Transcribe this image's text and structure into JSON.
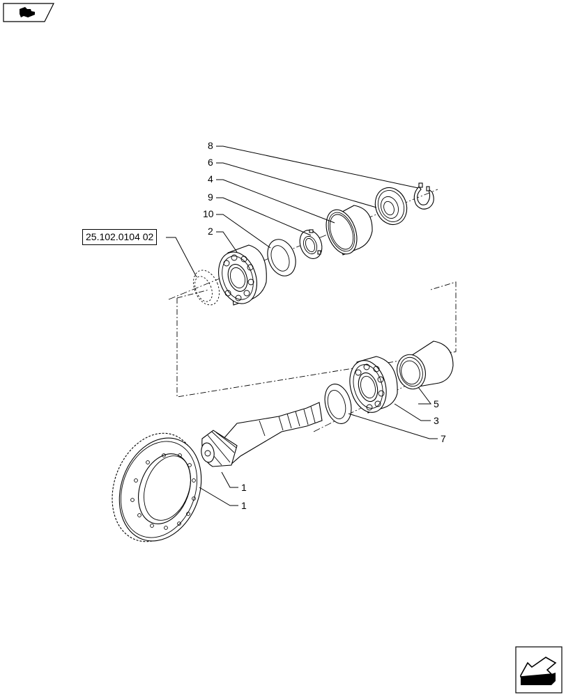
{
  "navigation": {
    "previous_icon": "arrow-back-icon",
    "next_icon": "arrow-forward-icon"
  },
  "reference": {
    "label": "25.102.0104 02"
  },
  "callouts": [
    {
      "id": "8",
      "label": "8",
      "part": "snap-ring"
    },
    {
      "id": "6",
      "label": "6",
      "part": "seal"
    },
    {
      "id": "4",
      "label": "4",
      "part": "bearing-cup"
    },
    {
      "id": "9",
      "label": "9",
      "part": "ring-nut"
    },
    {
      "id": "10",
      "label": "10",
      "part": "spacer-washer"
    },
    {
      "id": "2",
      "label": "2",
      "part": "roller-bearing-upper"
    },
    {
      "id": "5",
      "label": "5",
      "part": "bearing-sleeve"
    },
    {
      "id": "3",
      "label": "3",
      "part": "roller-bearing-lower"
    },
    {
      "id": "7",
      "label": "7",
      "part": "shim-washer"
    },
    {
      "id": "1a",
      "label": "1",
      "part": "bevel-pinion-shaft"
    },
    {
      "id": "1b",
      "label": "1",
      "part": "crown-wheel"
    }
  ],
  "colors": {
    "line": "#000000",
    "background": "#ffffff"
  }
}
